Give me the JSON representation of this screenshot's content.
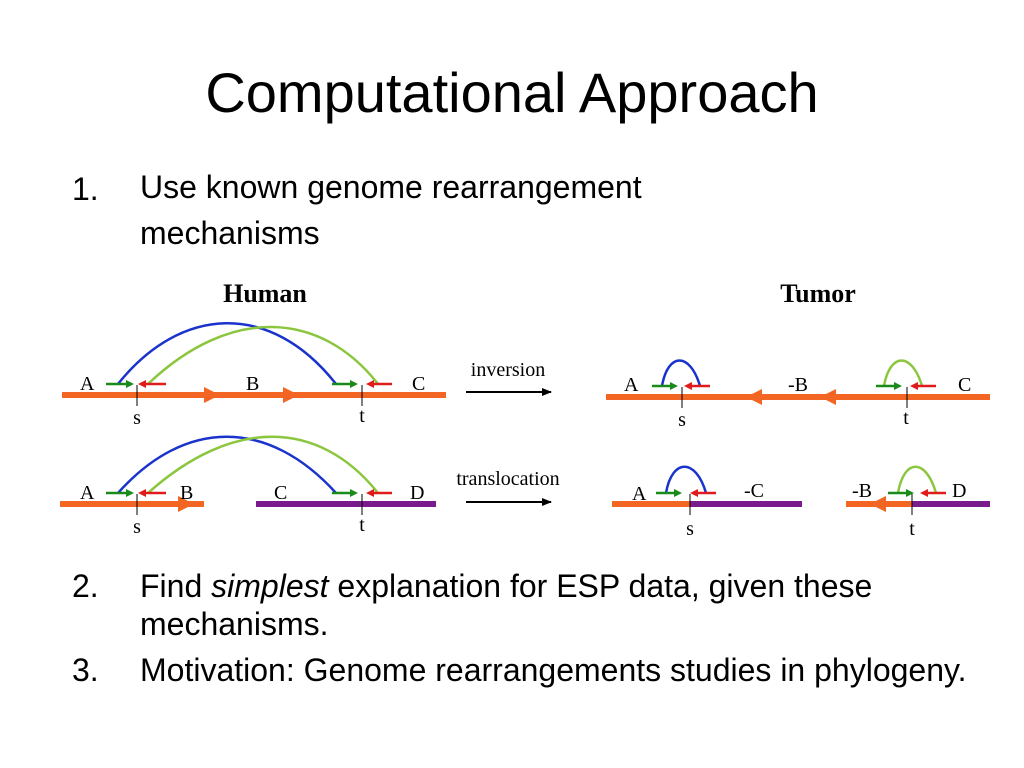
{
  "title": "Computational Approach",
  "items": [
    {
      "number": "1.",
      "text": "Use known genome rearrangement mechanisms"
    },
    {
      "number": "2.",
      "before": "Find ",
      "emphasis": "simplest",
      "after": " explanation for ESP data, given these mechanisms."
    },
    {
      "number": "3.",
      "text": "Motivation: Genome rearrangements studies in phylogeny."
    }
  ],
  "diagram": {
    "human_heading": "Human",
    "tumor_heading": "Tumor",
    "inversion": {
      "operation": "inversion",
      "human_labels": {
        "a": "A",
        "b": "B",
        "c": "C",
        "s": "s",
        "t": "t"
      },
      "tumor_labels": {
        "a": "A",
        "b": "-B",
        "c": "C",
        "s": "s",
        "t": "t"
      }
    },
    "translocation": {
      "operation": "translocation",
      "human_labels": {
        "a": "A",
        "b": "B",
        "c": "C",
        "d": "D",
        "s": "s",
        "t": "t"
      },
      "tumor_labels": {
        "a": "A",
        "c": "-C",
        "b": "-B",
        "d": "D",
        "s": "s",
        "t": "t"
      }
    },
    "colors": {
      "chromosome_1": "#f26522",
      "chromosome_2": "#7b1c8c",
      "forward_read": "#1a8a1a",
      "reverse_read": "#e01b1b",
      "pair_1": "#1a33cc",
      "pair_2": "#8cc63f",
      "arrow": "#000000"
    }
  }
}
